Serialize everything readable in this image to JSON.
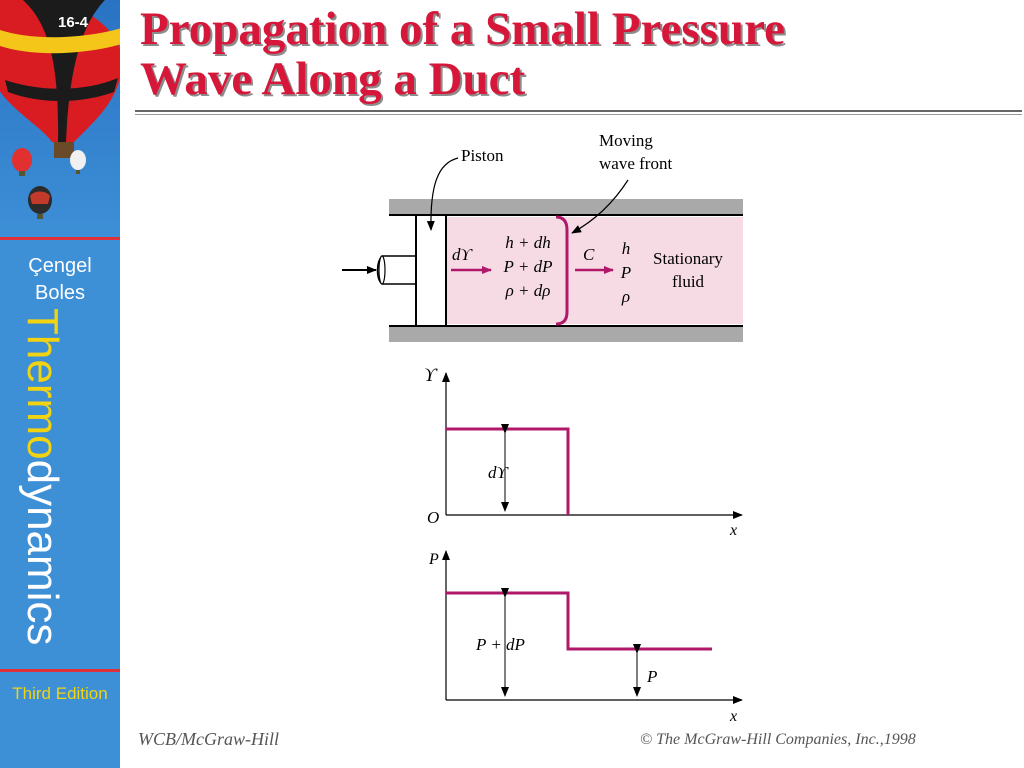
{
  "slide": {
    "number": "16-4",
    "title_line1": "Propagation of a Small Pressure",
    "title_line2": "Wave Along a Duct"
  },
  "sidebar": {
    "author1": "Çengel",
    "author2": "Boles",
    "book_title_part1": "Thermo",
    "book_title_part2": "dynamics",
    "edition": "Third Edition"
  },
  "diagram": {
    "labels": {
      "piston": "Piston",
      "moving_wave_front_line1": "Moving",
      "moving_wave_front_line2": "wave front",
      "d_gamma": "dϒ",
      "h_plus_dh": "h + dh",
      "p_plus_dp": "P + dP",
      "rho_plus_drho": "ρ + dρ",
      "c": "C",
      "h": "h",
      "p": "P",
      "rho": "ρ",
      "stationary_line1": "Stationary",
      "stationary_line2": "fluid"
    },
    "velocity_graph": {
      "y_axis_label": "ϒ",
      "origin_label": "O",
      "x_axis_label": "x",
      "step_label": "dϒ"
    },
    "pressure_graph": {
      "y_axis_label": "P",
      "x_axis_label": "x",
      "high_label": "P + dP",
      "low_label": "P"
    }
  },
  "footer": {
    "left": "WCB/McGraw-Hill",
    "right": "© The McGraw-Hill Companies, Inc.,1998"
  },
  "colors": {
    "accent_red": "#d6173a",
    "sidebar_blue": "#3d8fd6",
    "sidebar_yellow": "#f2d312",
    "wave_magenta": "#b0186a",
    "fluid_pink": "#f6dbe4"
  }
}
